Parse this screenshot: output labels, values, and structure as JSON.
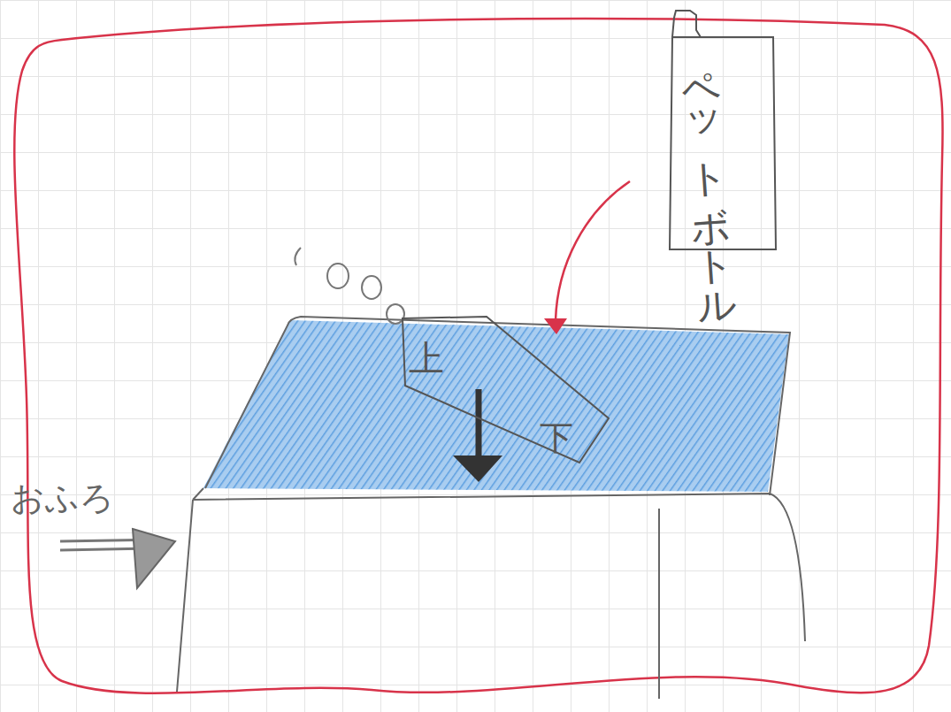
{
  "diagram": {
    "nodes": [
      {
        "text": [
          "ペットボトル"
        ]
      },
      {
        "text": [
          "上",
          "下"
        ]
      }
    ],
    "labels": [
      "おふろ"
    ]
  }
}
